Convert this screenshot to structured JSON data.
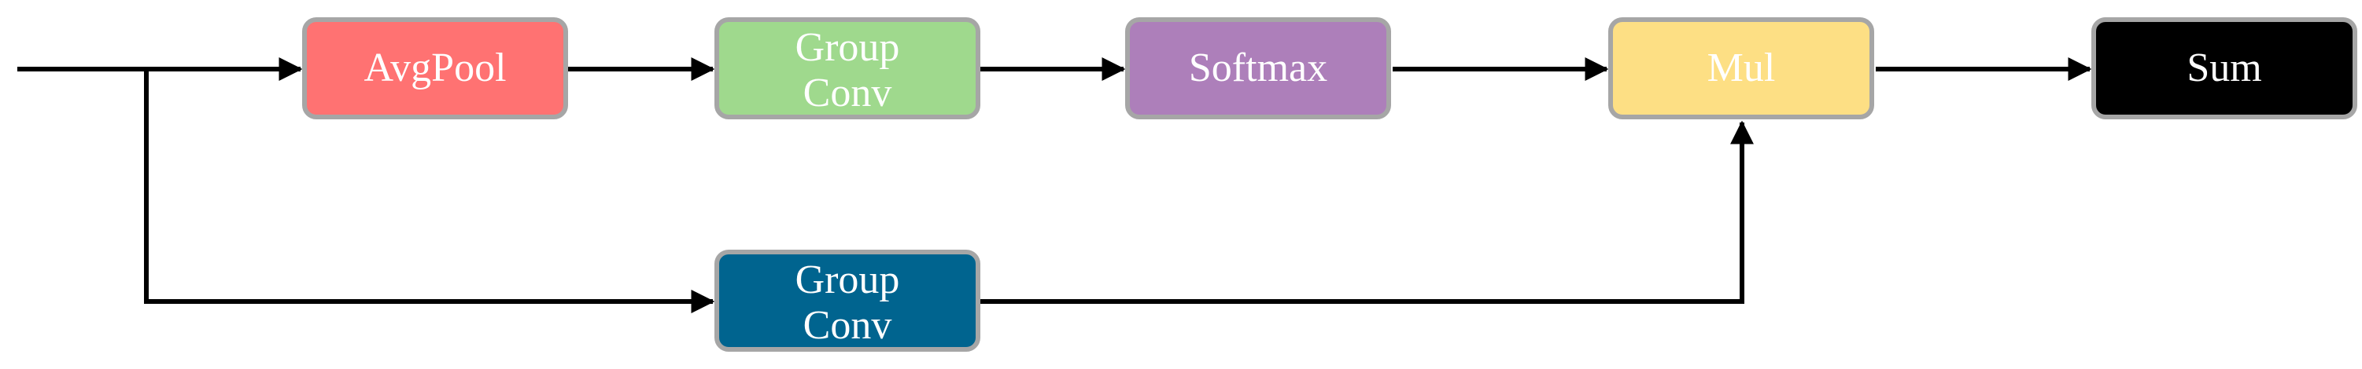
{
  "diagram": {
    "nodes": {
      "avgpool": {
        "label": "AvgPool",
        "color": "#ff7272"
      },
      "group_conv_top": {
        "label_line1": "Group",
        "label_line2": "Conv",
        "color": "#9fd98d"
      },
      "softmax": {
        "label": "Softmax",
        "color": "#ad7fba"
      },
      "mul": {
        "label": "Mul",
        "color": "#fddf84"
      },
      "sum": {
        "label": "Sum",
        "color": "#000000"
      },
      "group_conv_bottom": {
        "label_line1": "Group",
        "label_line2": "Conv",
        "color": "#00648f"
      }
    },
    "edges": [
      {
        "from": "input",
        "to": "avgpool"
      },
      {
        "from": "input",
        "to": "group_conv_bottom"
      },
      {
        "from": "avgpool",
        "to": "group_conv_top"
      },
      {
        "from": "group_conv_top",
        "to": "softmax"
      },
      {
        "from": "softmax",
        "to": "mul"
      },
      {
        "from": "group_conv_bottom",
        "to": "mul"
      },
      {
        "from": "mul",
        "to": "sum"
      }
    ],
    "edge_color": "#000000",
    "border_color": "#a6a6a6"
  }
}
